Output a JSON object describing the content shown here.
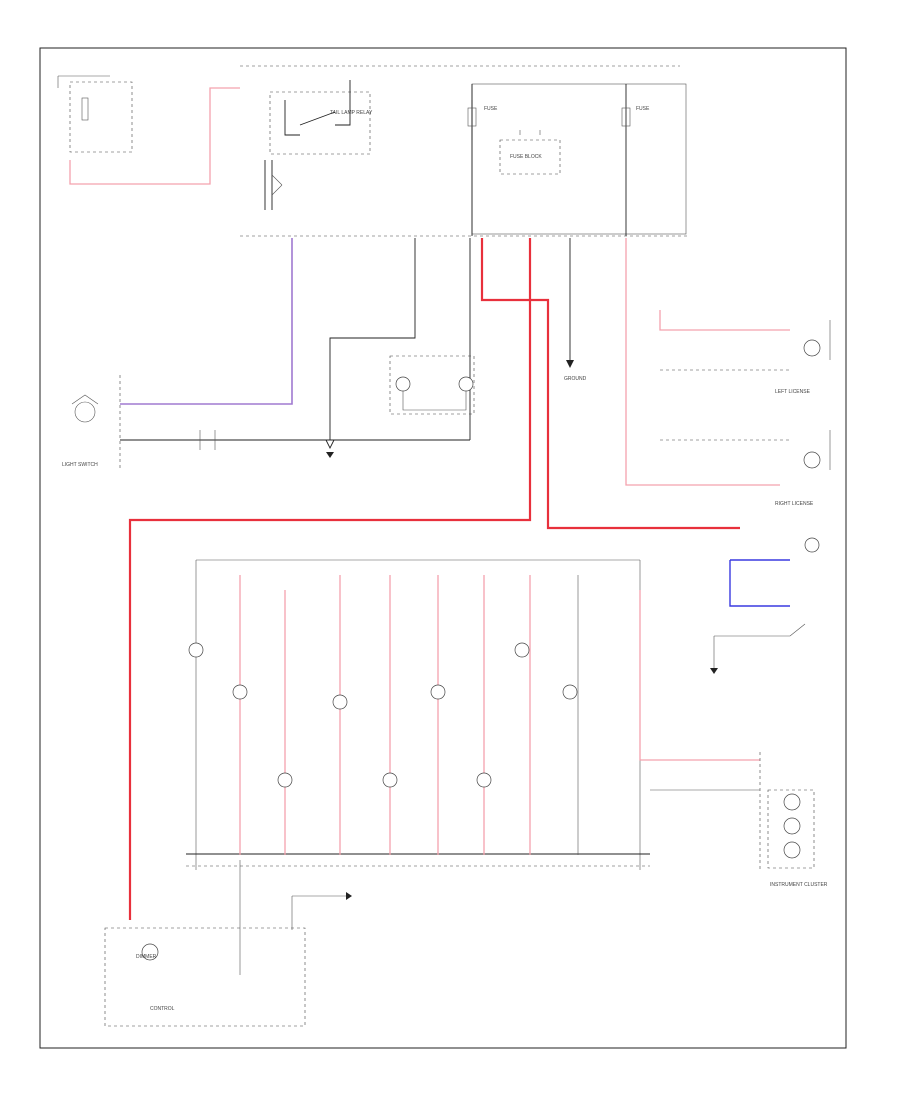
{
  "diagram": {
    "labels": {
      "tail_lamp_relay": "TAIL LAMP RELAY",
      "fuse_block": "FUSE BLOCK",
      "fuse_a": "FUSE",
      "fuse_b": "FUSE",
      "light_switch": "LIGHT SWITCH",
      "dimmer": "DIMMER",
      "control": "CONTROL",
      "instrument_cluster": "INSTRUMENT CLUSTER",
      "left_license": "LEFT LICENSE",
      "right_license": "RIGHT LICENSE",
      "ground": "GROUND"
    }
  }
}
